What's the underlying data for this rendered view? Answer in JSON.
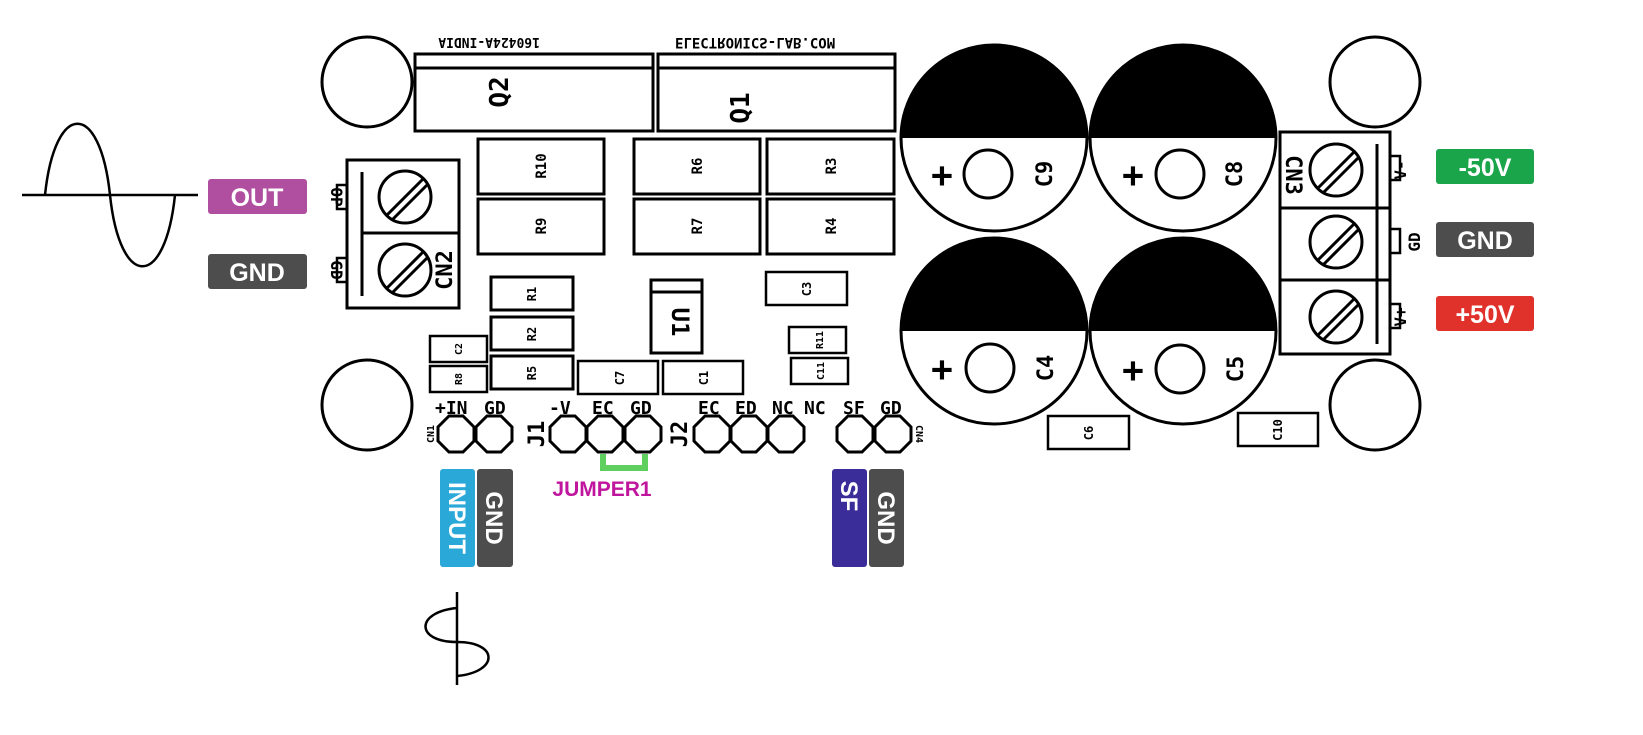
{
  "board_text": {
    "top_left": "160424A-INDIA",
    "top_right": "ELECTRONICS-LAB.COM"
  },
  "components": {
    "q2": "Q2",
    "q1": "Q1",
    "r10": "R10",
    "r9": "R9",
    "r6": "R6",
    "r7": "R7",
    "r3": "R3",
    "r4": "R4",
    "r1": "R1",
    "r2": "R2",
    "r5": "R5",
    "r8": "R8",
    "r11": "R11",
    "c1": "C1",
    "c2": "C2",
    "c3": "C3",
    "c6": "C6",
    "c7": "C7",
    "c10": "C10",
    "c11": "C11",
    "c9": "C9",
    "c8": "C8",
    "c4": "C4",
    "c5": "C5",
    "u1": "U1",
    "cn1": "CN1",
    "cn2": "CN2",
    "cn3": "CN3",
    "cn4": "CN4",
    "j1": "J1",
    "j2": "J2",
    "plus": "+"
  },
  "pins": {
    "cn2_op": "OP",
    "cn2_gd": "GD",
    "cn3_vm": "V-",
    "cn3_gd": "GD",
    "cn3_vp": "V+",
    "cn1_in": "+IN",
    "cn1_gd": "GD",
    "j1_v": "-V",
    "j1_ec": "EC",
    "j1_gd": "GD",
    "j2_ec": "EC",
    "j2_ed": "ED",
    "j2_nc": "NC",
    "cn4_nc": "NC",
    "cn4_sf": "SF",
    "cn4_gd": "GD"
  },
  "labels": {
    "out": "OUT",
    "gnd_left": "GND",
    "minus50": "-50V",
    "gnd_right": "GND",
    "plus50": "+50V",
    "input": "INPUT",
    "gnd_input": "GND",
    "sf": "SF",
    "gnd_sf": "GND",
    "jumper1": "JUMPER1"
  },
  "colors": {
    "out": "#b04f9f",
    "gnd": "#4d4d4d",
    "minus50": "#1aa54b",
    "plus50": "#e0312a",
    "input": "#2aa9d8",
    "sf": "#3a2d9a",
    "jumper": "#5fd05f",
    "jumper_text": "#c0169e"
  }
}
